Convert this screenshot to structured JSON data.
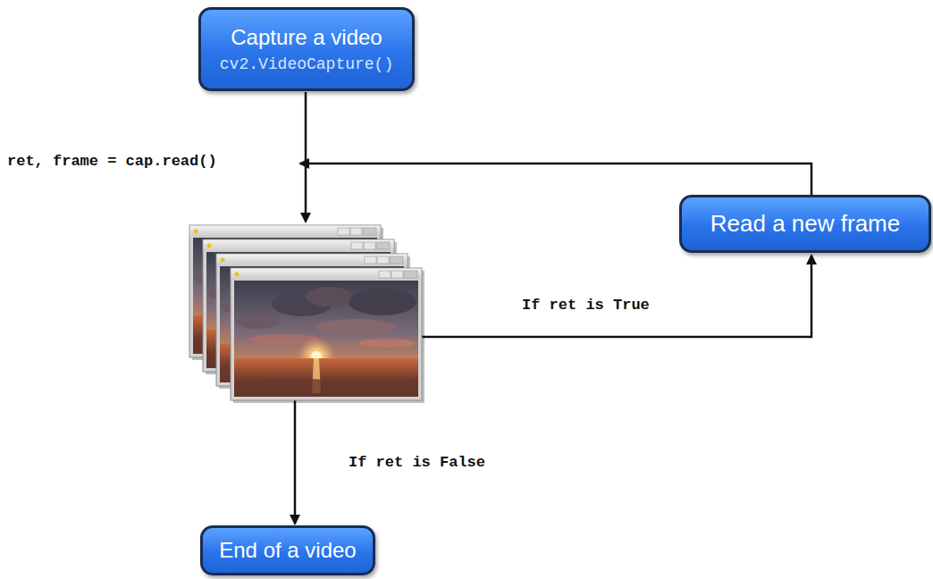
{
  "diagram": {
    "nodes": [
      {
        "text": [
          "Capture a video",
          "cv2.VideoCapture()"
        ]
      },
      {
        "text": [
          "Read a new frame"
        ]
      },
      {
        "text": [
          "End of a video"
        ]
      }
    ],
    "labels": [
      "ret, frame = cap.read()",
      "If ret is True",
      "If ret is False"
    ]
  }
}
